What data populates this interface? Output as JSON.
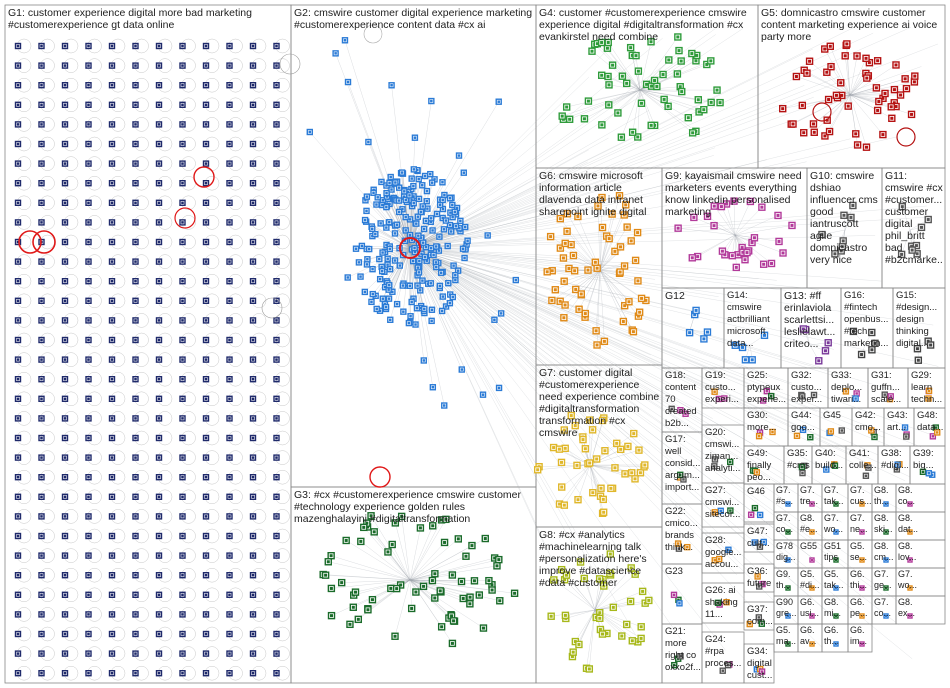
{
  "colors": {
    "G1": "#1f2a6b",
    "G2": "#2b7bd6",
    "G3": "#1a6b2a",
    "G4": "#2e9b3a",
    "G5": "#b51212",
    "G6": "#e08a17",
    "G7": "#e0b72a",
    "G8": "#a7b81a",
    "G9": "#b23a9a",
    "edge": "#9aa0a8",
    "hub": "#e01818",
    "border": "#888888"
  },
  "groups": [
    {
      "id": "G1",
      "label": "G1: customer experience digital more bad marketing #customerexperience gt data online"
    },
    {
      "id": "G2",
      "label": "G2: cmswire customer digital experience marketing #customerexperience content data #cx ai"
    },
    {
      "id": "G3",
      "label": "G3: #cx #customerexperience cmswire customer #technology experience golden rules mazenghalayini #digitaltransformation"
    },
    {
      "id": "G4",
      "label": "G4: customer #customerexperience cmswire experience digital #digitaltransformation #cx evankirstel need combine"
    },
    {
      "id": "G5",
      "label": "G5: domnicastro cmswire customer content marketing experience ai voice party more"
    },
    {
      "id": "G6",
      "label": "G6: cmswire microsoft information article dlavenda data intranet sharepoint ignite digital"
    },
    {
      "id": "G7",
      "label": "G7: customer digital #customerexperience need experience combine #digitaltransformation transformation #cx cmswire"
    },
    {
      "id": "G8",
      "label": "G8: #cx #analytics #machinelearning talk #personalization here's improve #datascience #data #customer"
    },
    {
      "id": "G9",
      "label": "G9: kayaismail cmswire need marketers events everything know linkedin personalised marketing"
    },
    {
      "id": "G10",
      "label": "G10: cmswire dshiao influencer cms good iantruscott agile domnicastro very nice"
    },
    {
      "id": "G11",
      "label": "G11: cmswire #cx #customer... customer digital phil_britt bad #b2cmarke..."
    },
    {
      "id": "G12",
      "label": "G12"
    },
    {
      "id": "G14",
      "label": "G14: cmswire actbrilliant microsoft data..."
    },
    {
      "id": "G13",
      "label": "G13: #ff erinlaviola scarlettsi... leslielawt... criteo..."
    },
    {
      "id": "G16",
      "label": "G16: #fintech openbus... #tech marketin..."
    },
    {
      "id": "G15",
      "label": "G15: #design... design thinking digital..."
    },
    {
      "id": "G18",
      "label": "G18: content 70 created b2b..."
    },
    {
      "id": "G19",
      "label": "G19: custo... experi..."
    },
    {
      "id": "G25",
      "label": "G25: ptypeux experie..."
    },
    {
      "id": "G32",
      "label": "G32: custo... exper..."
    },
    {
      "id": "G33",
      "label": "G33: deplo... tiwari..."
    },
    {
      "id": "G31",
      "label": "G31: guffn... scale..."
    },
    {
      "id": "G29",
      "label": "G29: learn techn..."
    },
    {
      "id": "G30",
      "label": "G30: more..."
    },
    {
      "id": "G44",
      "label": "G44: goo..."
    },
    {
      "id": "G45",
      "label": "G45"
    },
    {
      "id": "G42",
      "label": "G42: cmo..."
    },
    {
      "id": "G43",
      "label": "G43: art..."
    },
    {
      "id": "G48",
      "label": "G48: data..."
    },
    {
      "id": "G17",
      "label": "G17: well consid... argum... import..."
    },
    {
      "id": "G20",
      "label": "G20: cmswi... ziman... analyti..."
    },
    {
      "id": "G49",
      "label": "G49: finally peo..."
    },
    {
      "id": "G35",
      "label": "G35: #cms..."
    },
    {
      "id": "G40",
      "label": "G40: build..."
    },
    {
      "id": "G41",
      "label": "G41: colle..."
    },
    {
      "id": "G38",
      "label": "G38: #digi..."
    },
    {
      "id": "G39",
      "label": "G39: big..."
    },
    {
      "id": "G27",
      "label": "G27: cmswi... sitecor..."
    },
    {
      "id": "G46",
      "label": "G46"
    },
    {
      "id": "G22",
      "label": "G22: cmico... brands think..."
    },
    {
      "id": "G28",
      "label": "G28: google... accou..."
    },
    {
      "id": "G47",
      "label": "G47: cult... diffe..."
    },
    {
      "id": "G36",
      "label": "G36: future"
    },
    {
      "id": "G23",
      "label": "G23"
    },
    {
      "id": "G26",
      "label": "G26: ai shaking 11..."
    },
    {
      "id": "G37",
      "label": "G37: com..."
    },
    {
      "id": "G21",
      "label": "G21: more right co oxxo2f..."
    },
    {
      "id": "G24",
      "label": "G24: #rpa proces..."
    },
    {
      "id": "G34",
      "label": "G34: digital cust..."
    }
  ],
  "small_cells": [
    {
      "id": "G7.",
      "text": "#s..."
    },
    {
      "id": "G7.",
      "text": "tre..."
    },
    {
      "id": "G7.",
      "text": "tak..."
    },
    {
      "id": "G7.",
      "text": "cus..."
    },
    {
      "id": "G8.",
      "text": "th..."
    },
    {
      "id": "G8.",
      "text": "co..."
    },
    {
      "id": "G7.",
      "text": "co..."
    },
    {
      "id": "G8.",
      "text": "#e..."
    },
    {
      "id": "G7.",
      "text": "wo..."
    },
    {
      "id": "G7.",
      "text": "ne..."
    },
    {
      "id": "G8.",
      "text": "ski..."
    },
    {
      "id": "G8.",
      "text": "dat..."
    },
    {
      "id": "G78",
      "text": "dig..."
    },
    {
      "id": "G55",
      "text": ""
    },
    {
      "id": "G51",
      "text": "tips"
    },
    {
      "id": "G5.",
      "text": "se..."
    },
    {
      "id": "G8.",
      "text": "cm..."
    },
    {
      "id": "G8.",
      "text": "lov..."
    },
    {
      "id": "G9.",
      "text": "th..."
    },
    {
      "id": "G5.",
      "text": "#di..."
    },
    {
      "id": "G5.",
      "text": "tak..."
    },
    {
      "id": "G6.",
      "text": "thi..."
    },
    {
      "id": "G7.",
      "text": "ge..."
    },
    {
      "id": "G7.",
      "text": "wo..."
    },
    {
      "id": "G90",
      "text": "gre..."
    },
    {
      "id": "G6.",
      "text": "usi..."
    },
    {
      "id": "G8.",
      "text": "mi..."
    },
    {
      "id": "G6.",
      "text": "pe..."
    },
    {
      "id": "G7.",
      "text": "co..."
    },
    {
      "id": "G8.",
      "text": "ex..."
    },
    {
      "id": "G5.",
      "text": "ma..."
    },
    {
      "id": "G6.",
      "text": "av..."
    },
    {
      "id": "G6.",
      "text": "th..."
    },
    {
      "id": "G6.",
      "text": "im..."
    }
  ]
}
